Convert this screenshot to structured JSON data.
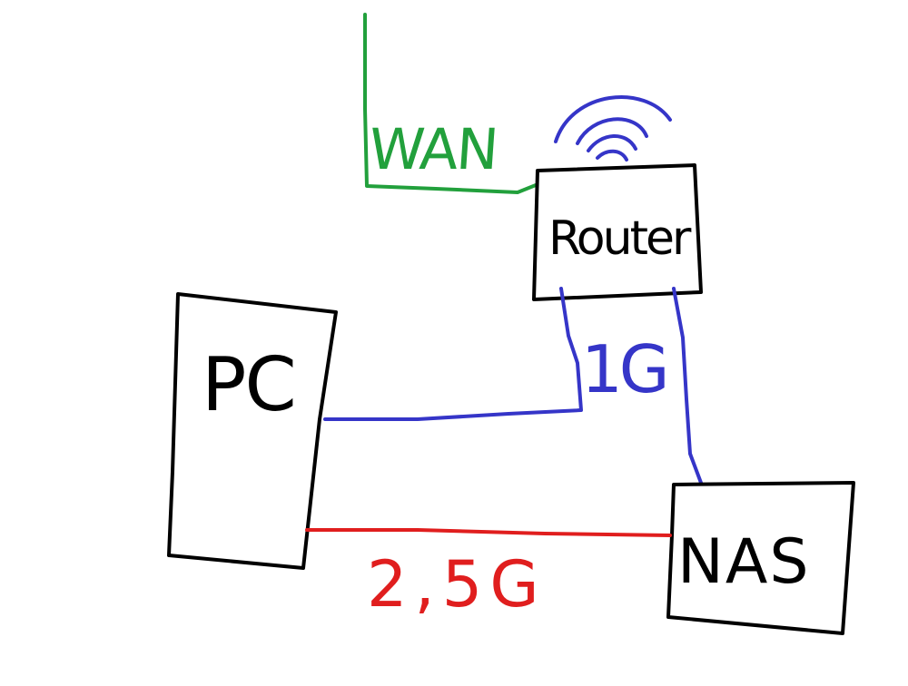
{
  "nodes": {
    "router": {
      "label": "Router"
    },
    "pc": {
      "label": "PC"
    },
    "nas": {
      "label": "NAS"
    }
  },
  "links": {
    "wan": {
      "label": "WAN",
      "color": "#22a03c"
    },
    "lan_1g": {
      "label": "1G",
      "color": "#3535c8"
    },
    "lan_25g": {
      "label": "2,5G",
      "color": "#e01e1e"
    }
  },
  "colors": {
    "outline": "#000000",
    "wifi": "#3535c8",
    "background": "#ffffff"
  }
}
